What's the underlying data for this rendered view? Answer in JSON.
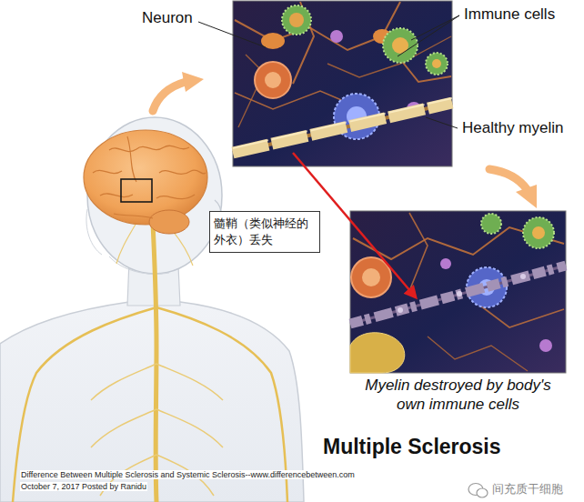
{
  "diagram": {
    "title": "Multiple Sclerosis",
    "caption": "Myelin destroyed by body's own immune cells",
    "nodes": [
      {
        "text": [
          "髓鞘（类似神经的外衣）丢失"
        ]
      }
    ],
    "labels": [
      "Neuron",
      "Immune cells",
      "Healthy myelin",
      "Difference Between Multiple Sclerosis and Systemic Sclerosis--www.differencebetween.com",
      "October 7, 2017 Posted by Ranidu",
      "间充质干细胞"
    ]
  }
}
